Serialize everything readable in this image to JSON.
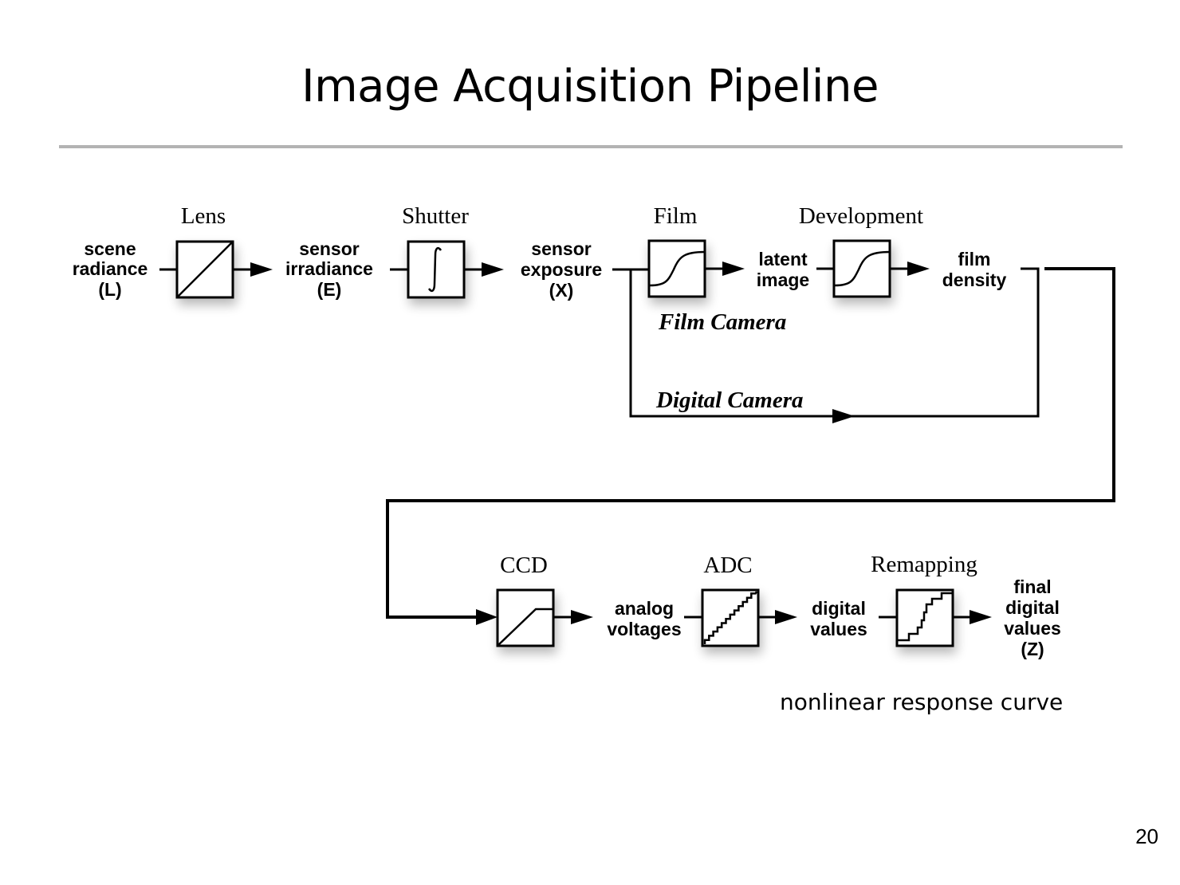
{
  "slide": {
    "title": "Image Acquisition Pipeline",
    "page_number": "20",
    "caption": "nonlinear response curve"
  },
  "blocks": {
    "lens": "Lens",
    "shutter": "Shutter",
    "film": "Film",
    "development": "Development",
    "ccd": "CCD",
    "adc": "ADC",
    "remapping": "Remapping"
  },
  "signals": {
    "scene_radiance": [
      "scene",
      "radiance",
      "(L)"
    ],
    "sensor_irradiance": [
      "sensor",
      "irradiance",
      "(E)"
    ],
    "sensor_exposure": [
      "sensor",
      "exposure",
      "(X)"
    ],
    "latent_image": [
      "latent",
      "image"
    ],
    "film_density": [
      "film",
      "density"
    ],
    "analog_voltages": [
      "analog",
      "voltages"
    ],
    "digital_values": [
      "digital",
      "values"
    ],
    "final_digital_values": [
      "final",
      "digital",
      "values",
      "(Z)"
    ]
  },
  "paths": {
    "film_camera": "Film Camera",
    "digital_camera": "Digital Camera"
  },
  "icons": {
    "lens": "linear-diagonal-icon",
    "shutter": "integral-icon",
    "film": "sigmoid-curve-icon",
    "development": "sigmoid-curve-icon",
    "ccd": "saturating-ramp-icon",
    "adc": "fine-staircase-icon",
    "remapping": "nonlinear-staircase-icon"
  }
}
